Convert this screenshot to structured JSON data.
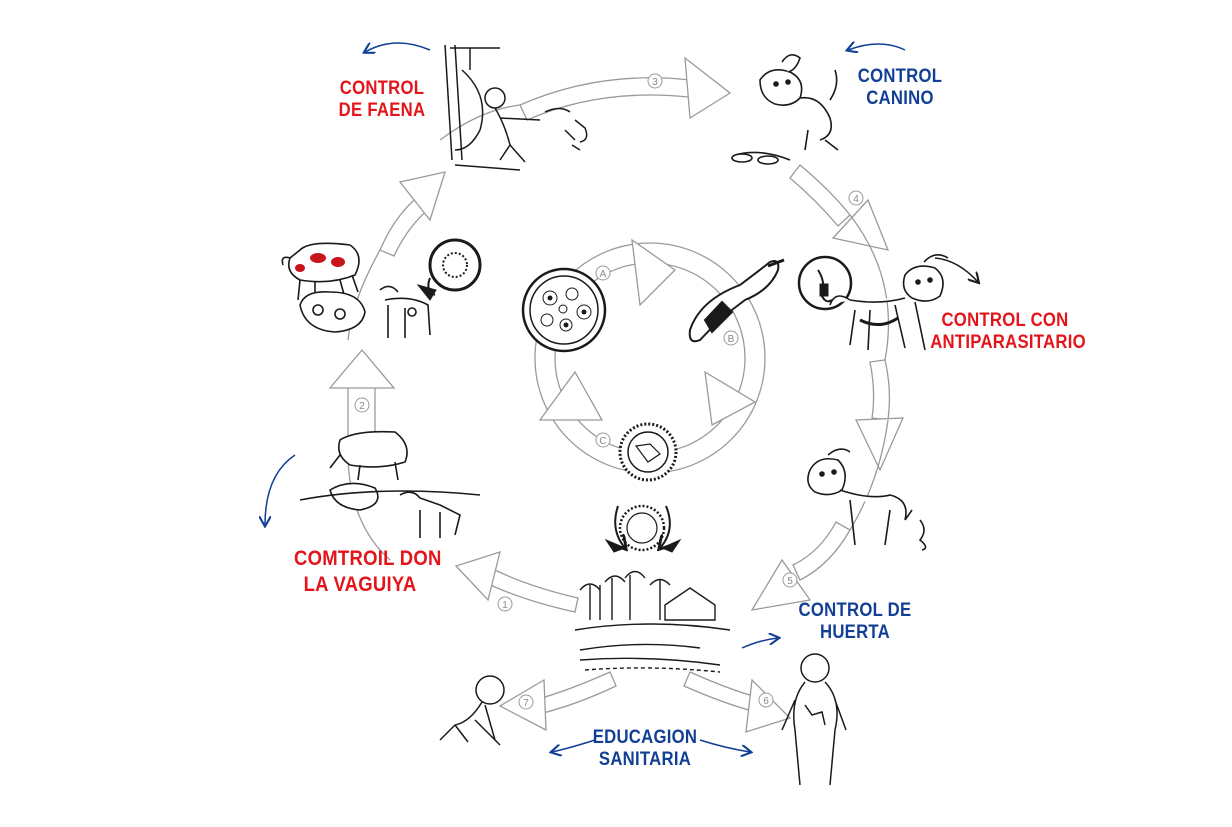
{
  "labels": {
    "control_faena": [
      "CONTROL",
      "DE FAENA"
    ],
    "control_canino": [
      "CONTROL",
      "CANINO"
    ],
    "control_antiparasitario": [
      "CONTROL CON",
      "ANTIPARASITARIO"
    ],
    "control_huerta": [
      "CONTROL DE",
      "HUERTA"
    ],
    "educacion_sanitaria": [
      "EDUCAGION",
      "SANITARIA"
    ],
    "control_vaquilla": [
      "COMTROIL DON",
      "LA VAGUIYA"
    ]
  },
  "outer_steps": [
    "1",
    "2",
    "3",
    "4",
    "5",
    "6",
    "7"
  ],
  "inner_steps": [
    "A",
    "B",
    "C"
  ],
  "colors": {
    "red_label": "#e5141b",
    "blue_label": "#123f96",
    "livestock_spots": "#c8141b",
    "arrow_outline": "#9a9a9a",
    "ink": "#1a1a1a"
  },
  "icons": [
    "cyst-icon",
    "tapeworm-icon",
    "egg-icon",
    "dog-icon",
    "cattle-icon",
    "goat-icon",
    "sheep-icon",
    "child-icon",
    "farm-icon",
    "slaughter-icon"
  ]
}
